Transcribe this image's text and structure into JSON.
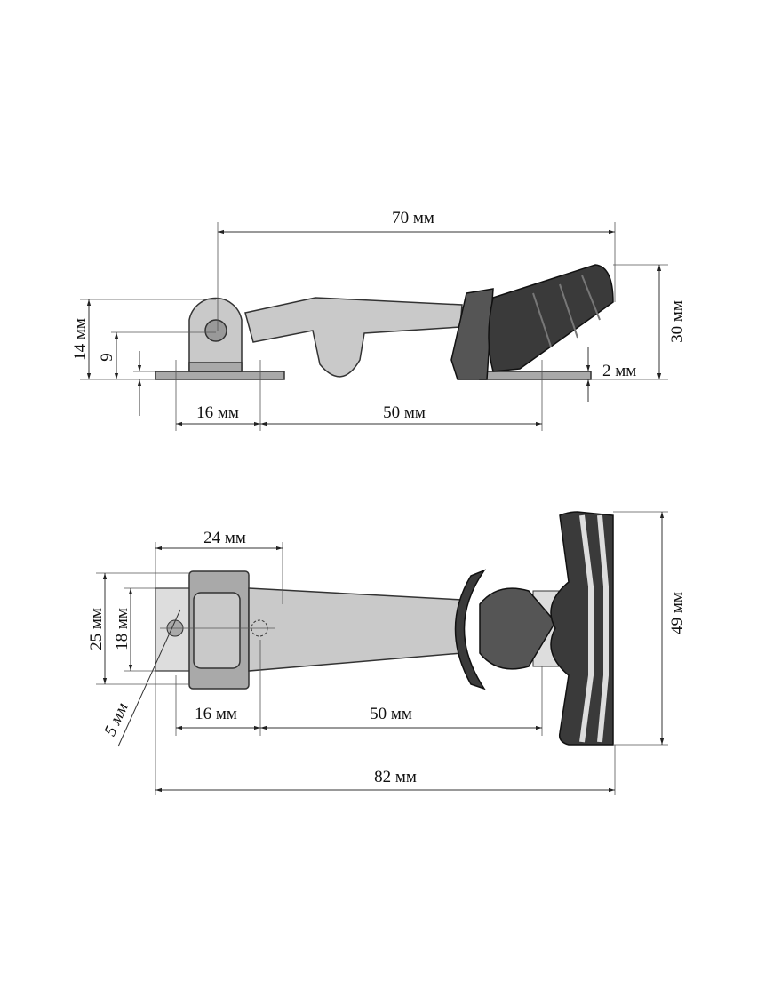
{
  "side_view": {
    "dim_overall_length": "70 мм",
    "dim_height": "30 мм",
    "dim_pivot_height_total": "14 мм",
    "dim_pivot_height": "9",
    "dim_plate_thickness": "2 мм",
    "dim_base_width": "16 мм",
    "dim_hole_spacing": "50 мм"
  },
  "top_view": {
    "dim_hinge_length": "24 мм",
    "dim_plate_width": "25 мм",
    "dim_hole_spacing_y": "18 мм",
    "dim_hole_diameter": "5 мм",
    "dim_base_width": "16 мм",
    "dim_hole_spacing": "50 мм",
    "dim_overall_length": "82 мм",
    "dim_handle_width": "49 мм"
  }
}
